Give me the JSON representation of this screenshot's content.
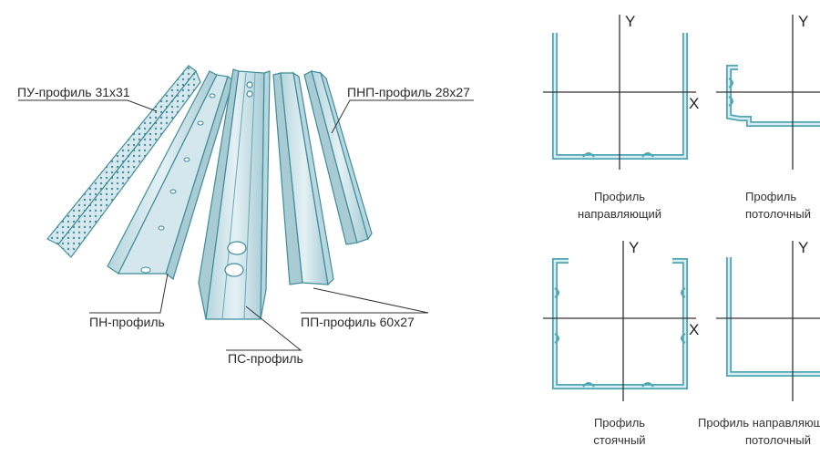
{
  "left_panel": {
    "labels": {
      "pu": "ПУ-профиль 31х31",
      "pnp": "ПНП-профиль 28х27",
      "pn": "ПН-профиль",
      "ps": "ПС-профиль",
      "pp": "ПП-профиль 60х27"
    }
  },
  "right_panel": {
    "axis": {
      "y": "Y",
      "x": "X"
    },
    "captions": {
      "guide": [
        "Профиль",
        "направляющий"
      ],
      "ceiling": [
        "Профиль",
        "потолочный"
      ],
      "stud": [
        "Профиль",
        "стоячный"
      ],
      "guide_ceiling": [
        "Профиль направляющий",
        "потолочный"
      ]
    }
  },
  "colors": {
    "profile_fill": "#cfe4ea",
    "profile_stroke": "#3f8c9a",
    "section_stroke": "#4fa6b4",
    "line": "#333333"
  }
}
